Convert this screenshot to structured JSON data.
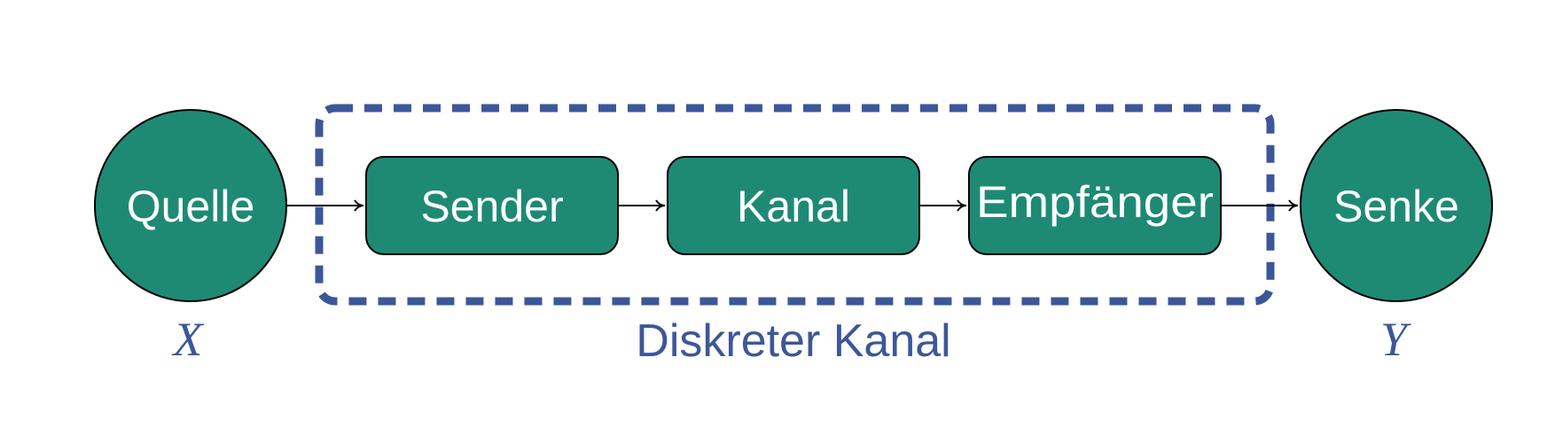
{
  "nodes": {
    "source": "Quelle",
    "sender": "Sender",
    "channel": "Kanal",
    "receiver": "Empfänger",
    "sink": "Senke"
  },
  "labels": {
    "source_variable": "X",
    "sink_variable": "Y",
    "discrete_channel": "Diskreter Kanal"
  },
  "colors": {
    "node_fill": "#1e8a74",
    "accent_blue": "#3c5799",
    "stroke": "#000000"
  }
}
